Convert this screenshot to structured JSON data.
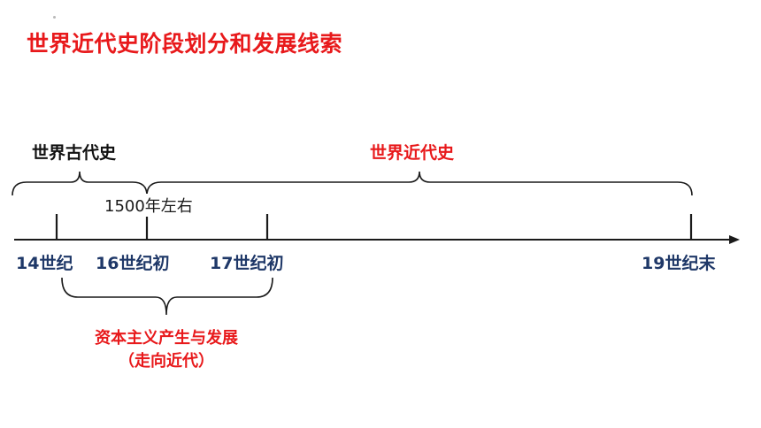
{
  "title": "世界近代史阶段划分和发展线索",
  "eras": {
    "ancient": "世界古代史",
    "modern": "世界近代史"
  },
  "note_1500": "1500年左右",
  "ticks": {
    "t14": "14世纪",
    "t16": "16世纪初",
    "t17": "17世纪初",
    "t19": "19世纪末"
  },
  "stage": {
    "label": "资本主义产生与发展",
    "sublabel": "（走向近代）"
  },
  "colors": {
    "title": "#e8191b",
    "ticks": "#1f3868",
    "line": "#1a1a1a"
  }
}
